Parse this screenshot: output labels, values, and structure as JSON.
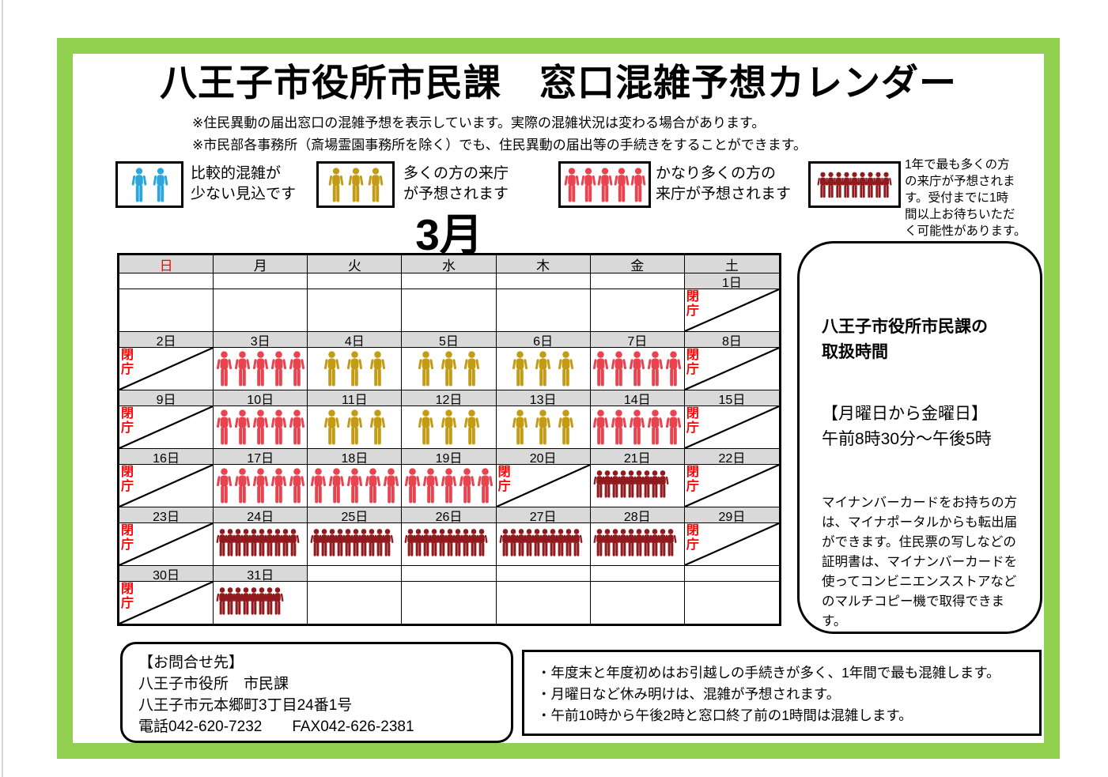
{
  "colors": {
    "frame_green": "#92D050",
    "header_gray": "#D9D9D9",
    "closed_red": "#FF0000",
    "level_low_blue": "#2AA7DF",
    "level_mid_gold": "#C49B15",
    "level_high_red": "#E8434E",
    "level_peak_darkred": "#911A1E"
  },
  "page": {
    "title": "八王子市役所市民課　窓口混雑予想カレンダー",
    "notes": "※住民異動の届出窓口の混雑予想を表示しています。実際の混雑状況は変わる場合があります。\n※市民部各事務所（斎場霊園事務所を除く）でも、住民異動の届出等の手続きをすることができます。",
    "month_label": "3月"
  },
  "legend": {
    "items": [
      {
        "name": "low",
        "count": 2,
        "color": "#2AA7DF",
        "label": "比較的混雑が\n少ない見込です"
      },
      {
        "name": "mid",
        "count": 3,
        "color": "#C49B15",
        "label": "多くの方の来庁\nが予想されます"
      },
      {
        "name": "high",
        "count": 5,
        "color": "#E8434E",
        "label": "かなり多くの方の\n来庁が予想されます"
      },
      {
        "name": "peak",
        "count": 9,
        "color": "#911A1E",
        "label": "1年で最も多くの方\nの来庁が予想されま\nす。受付までに1時\n間以上お待ちいただ\nく可能性があります。"
      }
    ]
  },
  "calendar": {
    "closed_label": "閉庁",
    "level_colors": {
      "low": "#2AA7DF",
      "mid": "#C49B15",
      "high": "#E8434E",
      "peak": "#911A1E"
    },
    "day_headers": [
      {
        "label": "日",
        "color": "#FF0000"
      },
      {
        "label": "月",
        "color": "#000000"
      },
      {
        "label": "火",
        "color": "#000000"
      },
      {
        "label": "水",
        "color": "#000000"
      },
      {
        "label": "木",
        "color": "#000000"
      },
      {
        "label": "金",
        "color": "#000000"
      },
      {
        "label": "土",
        "color": "#000000"
      }
    ],
    "weeks": [
      {
        "days": [
          {
            "date": "",
            "type": "empty"
          },
          {
            "date": "",
            "type": "empty"
          },
          {
            "date": "",
            "type": "empty"
          },
          {
            "date": "",
            "type": "empty"
          },
          {
            "date": "",
            "type": "empty"
          },
          {
            "date": "",
            "type": "empty"
          },
          {
            "date": "1日",
            "type": "closed"
          }
        ]
      },
      {
        "days": [
          {
            "date": "2日",
            "type": "closed"
          },
          {
            "date": "3日",
            "type": "crowd",
            "level": "high",
            "count": 5
          },
          {
            "date": "4日",
            "type": "crowd",
            "level": "mid",
            "count": 3
          },
          {
            "date": "5日",
            "type": "crowd",
            "level": "mid",
            "count": 3
          },
          {
            "date": "6日",
            "type": "crowd",
            "level": "mid",
            "count": 3
          },
          {
            "date": "7日",
            "type": "crowd",
            "level": "high",
            "count": 5
          },
          {
            "date": "8日",
            "type": "closed"
          }
        ]
      },
      {
        "days": [
          {
            "date": "9日",
            "type": "closed"
          },
          {
            "date": "10日",
            "type": "crowd",
            "level": "high",
            "count": 5
          },
          {
            "date": "11日",
            "type": "crowd",
            "level": "mid",
            "count": 3
          },
          {
            "date": "12日",
            "type": "crowd",
            "level": "mid",
            "count": 3
          },
          {
            "date": "13日",
            "type": "crowd",
            "level": "mid",
            "count": 3
          },
          {
            "date": "14日",
            "type": "crowd",
            "level": "high",
            "count": 5
          },
          {
            "date": "15日",
            "type": "closed"
          }
        ]
      },
      {
        "days": [
          {
            "date": "16日",
            "type": "closed"
          },
          {
            "date": "17日",
            "type": "crowd",
            "level": "high",
            "count": 5
          },
          {
            "date": "18日",
            "type": "crowd",
            "level": "high",
            "count": 5
          },
          {
            "date": "19日",
            "type": "crowd",
            "level": "high",
            "count": 5
          },
          {
            "date": "20日",
            "type": "closed"
          },
          {
            "date": "21日",
            "type": "crowd",
            "level": "peak",
            "count": 9
          },
          {
            "date": "22日",
            "type": "closed"
          }
        ]
      },
      {
        "days": [
          {
            "date": "23日",
            "type": "closed"
          },
          {
            "date": "24日",
            "type": "crowd",
            "level": "peak",
            "count": 10
          },
          {
            "date": "25日",
            "type": "crowd",
            "level": "peak",
            "count": 10
          },
          {
            "date": "26日",
            "type": "crowd",
            "level": "peak",
            "count": 10
          },
          {
            "date": "27日",
            "type": "crowd",
            "level": "peak",
            "count": 10
          },
          {
            "date": "28日",
            "type": "crowd",
            "level": "peak",
            "count": 10
          },
          {
            "date": "29日",
            "type": "closed"
          }
        ]
      },
      {
        "days": [
          {
            "date": "30日",
            "type": "closed"
          },
          {
            "date": "31日",
            "type": "crowd",
            "level": "peak",
            "count": 8
          },
          {
            "date": "",
            "type": "empty"
          },
          {
            "date": "",
            "type": "empty"
          },
          {
            "date": "",
            "type": "empty"
          },
          {
            "date": "",
            "type": "empty"
          },
          {
            "date": "",
            "type": "empty"
          }
        ]
      }
    ]
  },
  "info_panel": {
    "heading": "八王子市役所市民課の\n取扱時間",
    "hours": "【月曜日から金曜日】\n午前8時30分～午後5時",
    "note": "マイナンバーカードをお持ちの方は、マイナポータルからも転出届ができます。住民票の写しなどの証明書は、マイナンバーカードを使ってコンビニエンスストアなどのマルチコピー機で取得できます。"
  },
  "contact_box": {
    "lines": [
      "【お問合せ先】",
      "八王子市役所　市民課",
      "八王子市元本郷町3丁目24番1号",
      "電話042-620-7232　　FAX042-626-2381"
    ]
  },
  "notes_box": {
    "lines": [
      "・年度末と年度初めはお引越しの手続きが多く、1年間で最も混雑します。",
      "・月曜日など休み明けは、混雑が予想されます。",
      "・午前10時から午後2時と窓口終了前の1時間は混雑します。"
    ]
  }
}
